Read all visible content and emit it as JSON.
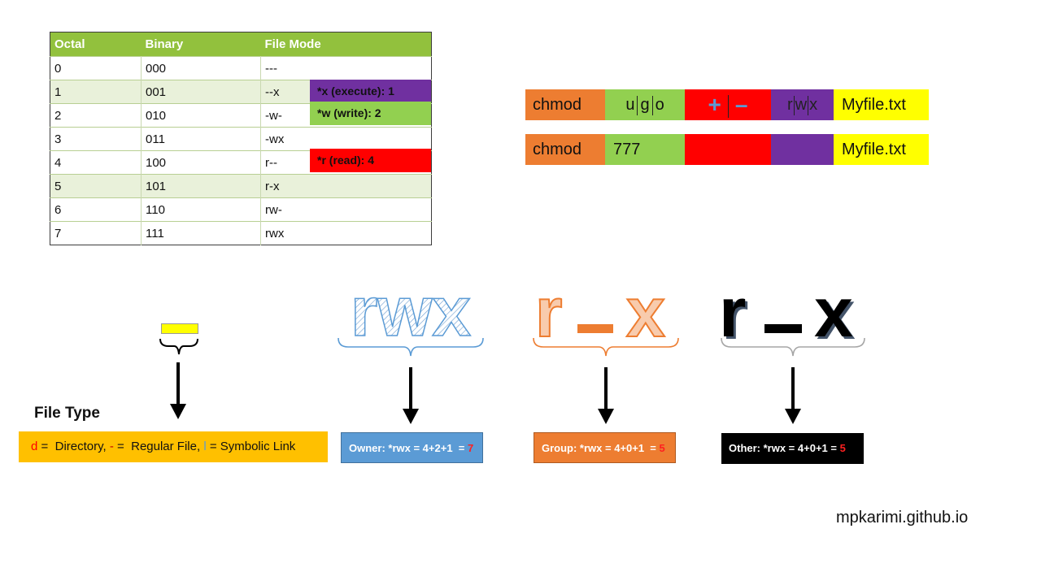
{
  "table": {
    "headers": [
      "Octal",
      "Binary",
      "File Mode"
    ],
    "rows": [
      {
        "octal": "0",
        "binary": "000",
        "mode": "---"
      },
      {
        "octal": "1",
        "binary": "001",
        "mode": "--x"
      },
      {
        "octal": "2",
        "binary": "010",
        "mode": "-w-"
      },
      {
        "octal": "3",
        "binary": "011",
        "mode": "-wx"
      },
      {
        "octal": "4",
        "binary": "100",
        "mode": "r--"
      },
      {
        "octal": "5",
        "binary": "101",
        "mode": "r-x"
      },
      {
        "octal": "6",
        "binary": "110",
        "mode": "rw-"
      },
      {
        "octal": "7",
        "binary": "111",
        "mode": "rwx"
      }
    ],
    "tags": {
      "execute": "*x (execute): 1",
      "write": "*w (write): 2",
      "read": "*r (read): 4"
    }
  },
  "chmod_symbolic": {
    "cmd": "chmod",
    "u": "u",
    "g": "g",
    "o": "o",
    "plus": "+",
    "minus": "–",
    "r": "r",
    "w": "w",
    "x": "x",
    "file": "Myfile.txt"
  },
  "chmod_octal": {
    "cmd": "chmod",
    "mode": "777",
    "file": "Myfile.txt"
  },
  "letters": {
    "owner": "rwx",
    "group_r": "r",
    "group_x": "x",
    "other_r": "r",
    "other_x": "x"
  },
  "file_type": {
    "title": "File Type",
    "d": "d",
    "d_text": " =  Directory, ",
    "dash": "-",
    "dash_text": " =  Regular File, ",
    "l": "l",
    "l_text": " = Symbolic Link"
  },
  "owner_box": {
    "label": "Owner: *rwx = 4+2+1  = ",
    "value": "7"
  },
  "group_box": {
    "label": "Group: *rwx = 4+0+1  = ",
    "value": "5"
  },
  "other_box": {
    "label": "Other: *rwx = 4+0+1 = ",
    "value": "5"
  },
  "footer": "mpkarimi.github.io",
  "colors": {
    "header_green": "#92c13d",
    "orange": "#ed7d31",
    "green": "#92d050",
    "red": "#ff0000",
    "purple": "#7030a0",
    "yellow": "#ffff00",
    "blue": "#5b9bd5",
    "gold": "#ffc000",
    "black": "#000000"
  }
}
